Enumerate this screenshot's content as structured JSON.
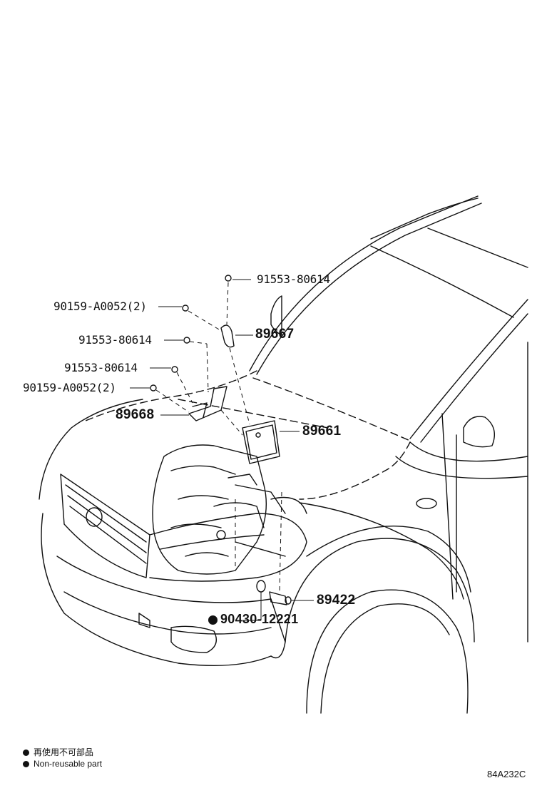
{
  "labels": {
    "p_91553_top": "91553-80614",
    "p_90159_a": "90159-A0052(2)",
    "p_89667": "89667",
    "p_91553_mid": "91553-80614",
    "p_91553_low": "91553-80614",
    "p_90159_b": "90159-A0052(2)",
    "p_89668": "89668",
    "p_89661": "89661",
    "p_89422": "89422",
    "p_90430": "90430-12221"
  },
  "legend": {
    "line1": "再使用不可部品",
    "line2": "Non-reusable part"
  },
  "diagram_code": "84A232C",
  "colors": {
    "line": "#111111",
    "background": "#ffffff"
  },
  "icons": {
    "nonreusable_marker": "filled-circle"
  }
}
